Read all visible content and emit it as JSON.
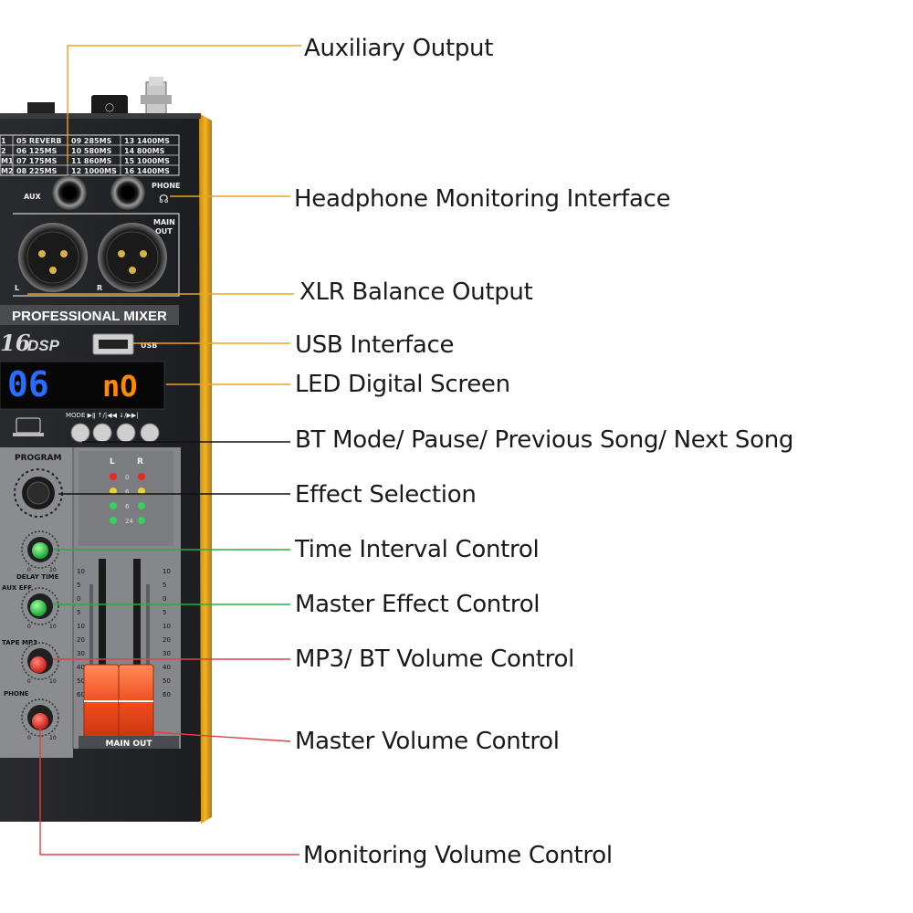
{
  "product": {
    "panel_title": "PROFESSIONAL MIXER",
    "dsp_number": "16",
    "dsp_label": "DSP",
    "effects_table": [
      [
        "1",
        "05 REVERB",
        "09 285MS",
        "13 1400MS"
      ],
      [
        "2",
        "06 125MS",
        "10 580MS",
        "14 800MS"
      ],
      [
        "M1",
        "07 175MS",
        "11 860MS",
        "15 1000MS"
      ],
      [
        "M2",
        "08 225MS",
        "12 1000MS",
        "16 1400MS"
      ]
    ],
    "jack_labels": {
      "aux": "AUX",
      "phone": "PHONE",
      "main_out": "MAIN OUT",
      "left": "L",
      "right": "R",
      "usb": "USB"
    },
    "led_display": {
      "program": "06",
      "mode": "nO"
    },
    "bt_buttons_label": "MODE ▶ǁ  ↑/|◀◀  ↓/▶▶|",
    "program_label": "PROGRAM",
    "meter": {
      "left": "L",
      "right": "R",
      "levels": [
        "0",
        "6",
        "6",
        "24"
      ]
    },
    "knobs": {
      "delay_time": "DELAY TIME",
      "aux_eff": "AUX EFF",
      "tape_mp3": "TAPE MP3",
      "phone": "PHONE",
      "min": "0",
      "max": "10"
    },
    "fader_scale": [
      "10",
      "5",
      "0",
      "5",
      "10",
      "20",
      "30",
      "40",
      "50",
      "60"
    ],
    "main_out_label": "MAIN OUT"
  },
  "callouts": [
    {
      "id": "auxiliary-output",
      "label": "Auxiliary Output",
      "color": "#f0a020"
    },
    {
      "id": "headphone-monitoring",
      "label": "Headphone Monitoring Interface",
      "color": "#f0a020"
    },
    {
      "id": "xlr-balance-output",
      "label": "XLR Balance Output",
      "color": "#f0a020"
    },
    {
      "id": "usb-interface",
      "label": "USB Interface",
      "color": "#f0a020"
    },
    {
      "id": "led-digital-screen",
      "label": "LED Digital Screen",
      "color": "#f0a020"
    },
    {
      "id": "bt-mode",
      "label": "BT Mode/ Pause/ Previous Song/ Next Song",
      "color": "#111111"
    },
    {
      "id": "effect-selection",
      "label": "Effect Selection",
      "color": "#111111"
    },
    {
      "id": "time-interval",
      "label": "Time Interval Control",
      "color": "#20b040"
    },
    {
      "id": "master-effect",
      "label": "Master Effect Control",
      "color": "#20b040"
    },
    {
      "id": "mp3-bt-volume",
      "label": "MP3/ BT Volume Control",
      "color": "#e04040"
    },
    {
      "id": "master-volume",
      "label": "Master Volume Control",
      "color": "#e04040"
    },
    {
      "id": "monitoring-volume",
      "label": "Monitoring Volume Control",
      "color": "#e04040"
    }
  ]
}
